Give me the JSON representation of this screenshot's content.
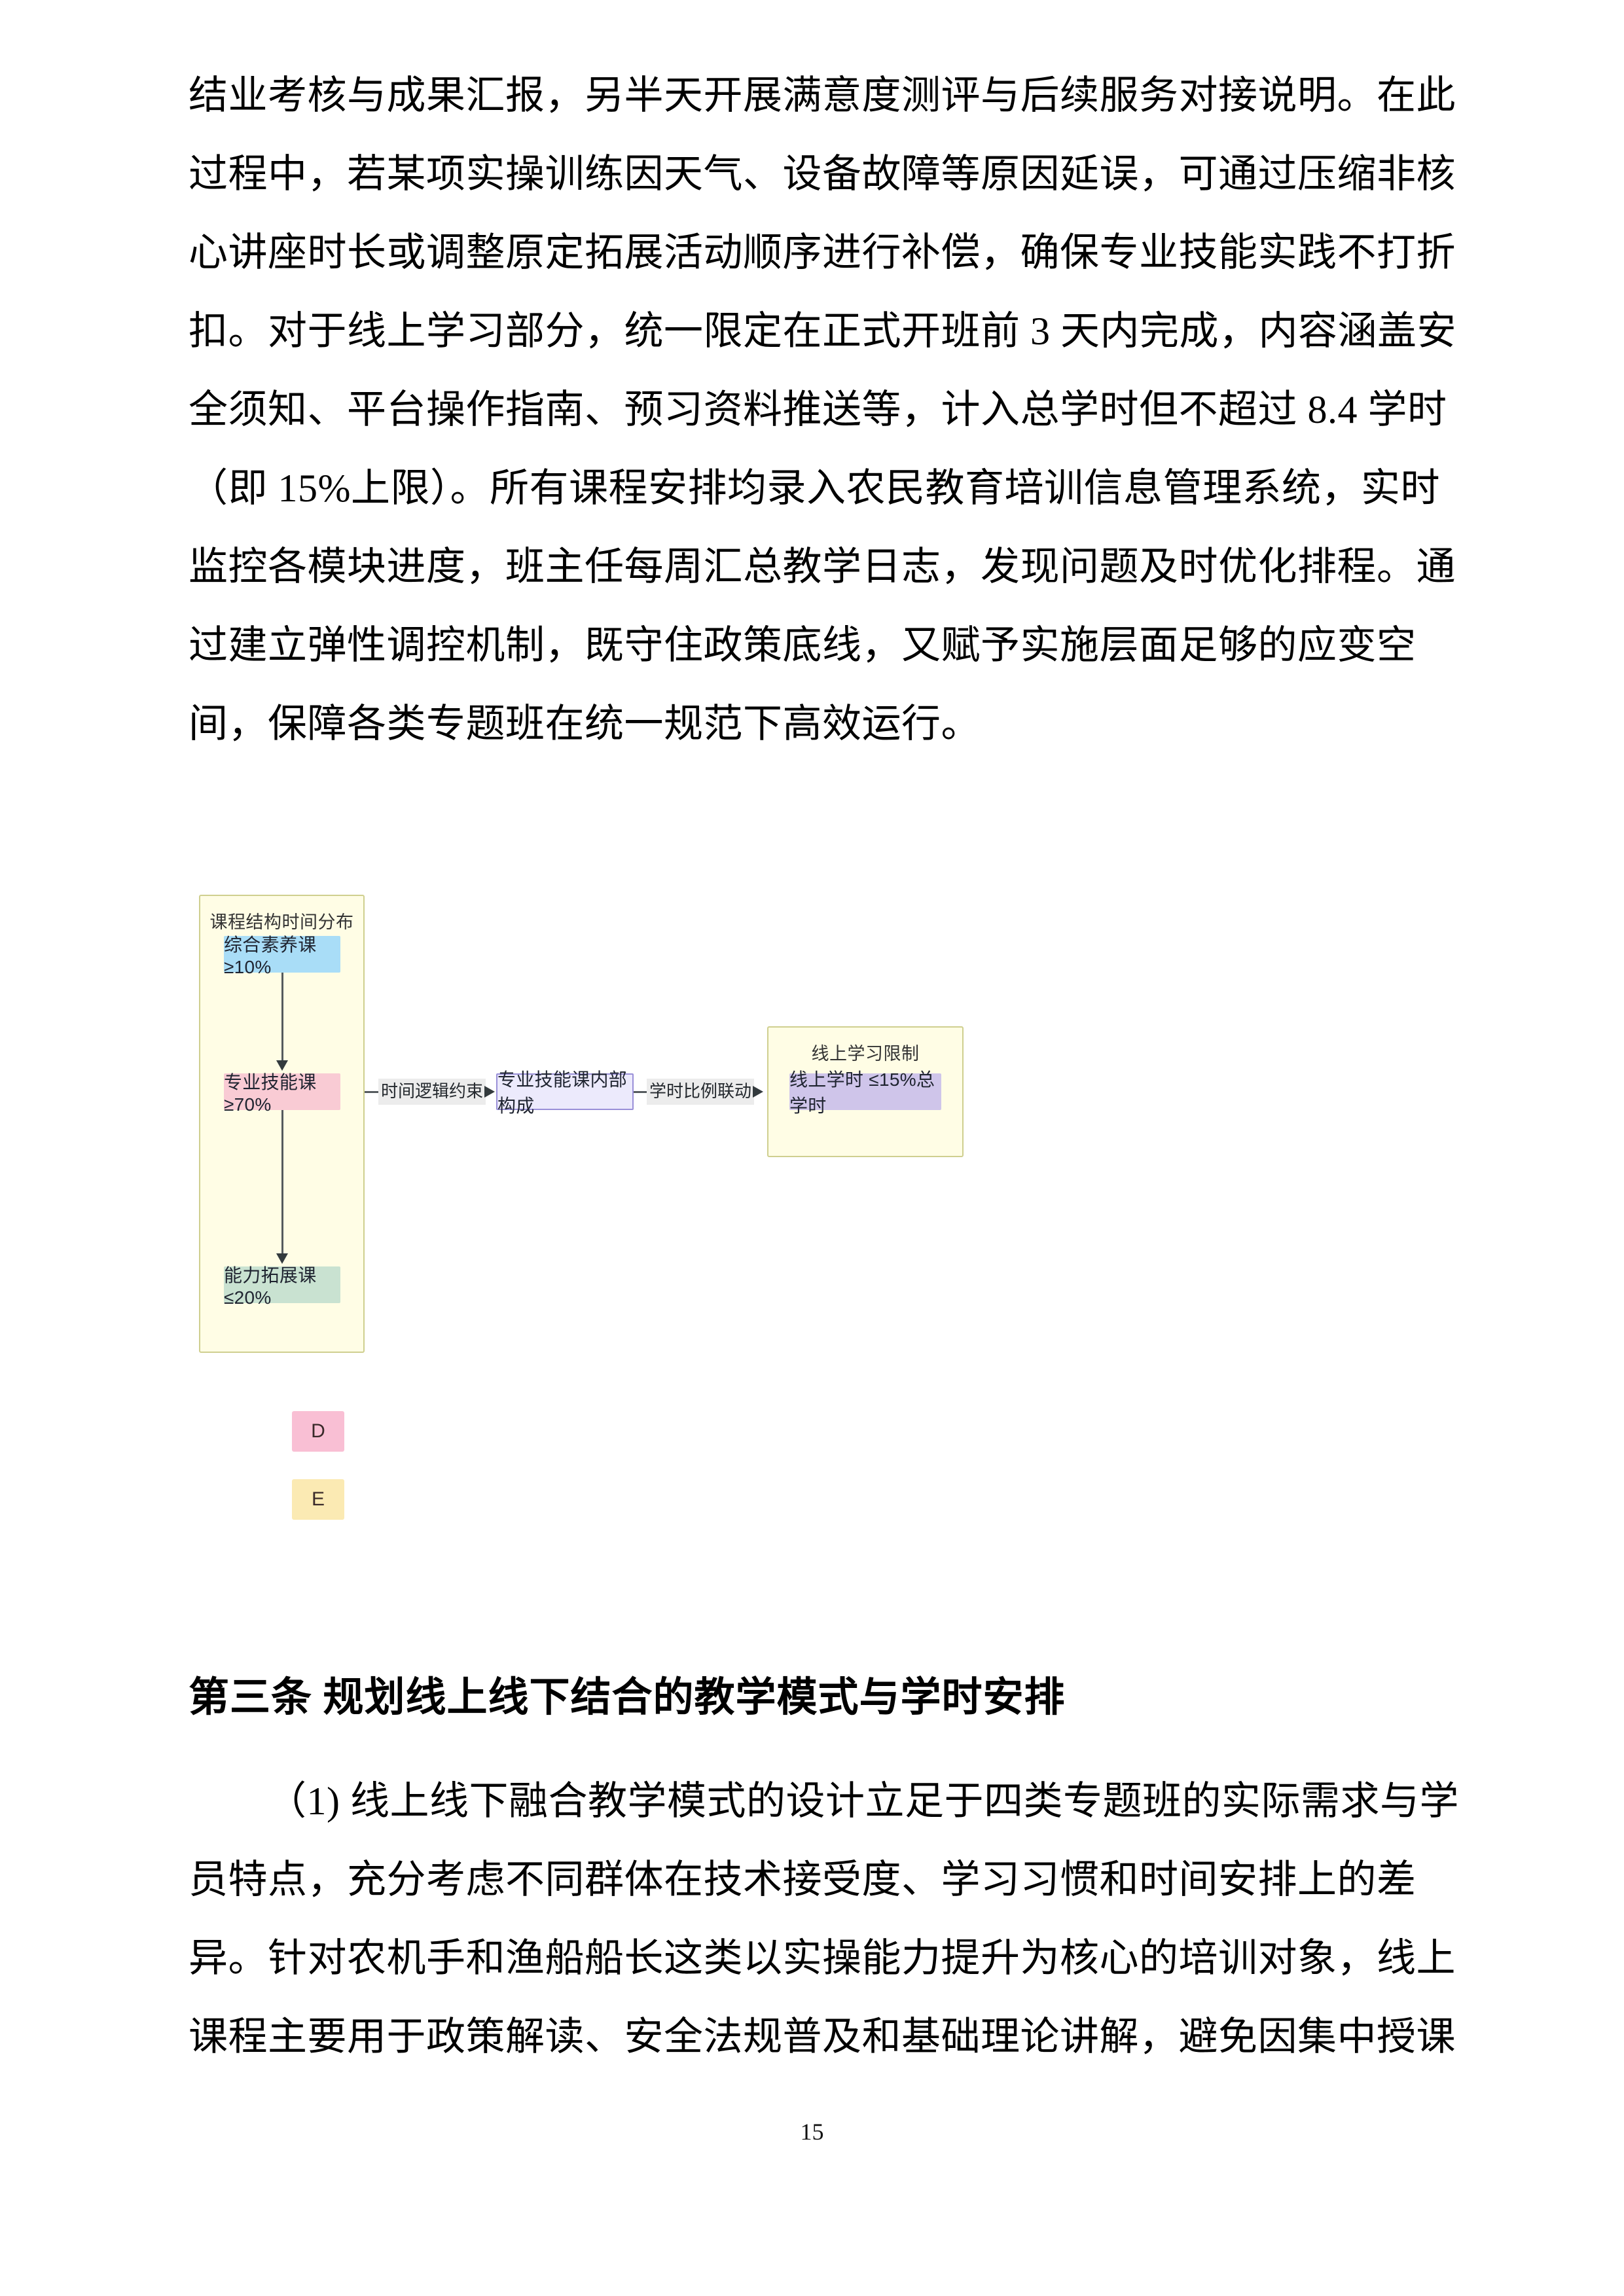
{
  "document": {
    "page_number": "15"
  },
  "paragraph_top": {
    "lines": [
      "结业考核与成果汇报，另半天开展满意度测评与后续服务对接说明。在此",
      "过程中，若某项实操训练因天气、设备故障等原因延误，可通过压缩非核",
      "心讲座时长或调整原定拓展活动顺序进行补偿，确保专业技能实践不打折",
      "扣。对于线上学习部分，统一限定在正式开班前 3 天内完成，内容涵盖安",
      "全须知、平台操作指南、预习资料推送等，计入总学时但不超过 8.4 学时",
      "（即 15%上限）。所有课程安排均录入农民教育培训信息管理系统，实时",
      "监控各模块进度，班主任每周汇总教学日志，发现问题及时优化排程。通",
      "过建立弹性调控机制，既守住政策底线，又赋予实施层面足够的应变空",
      "间，保障各类专题班在统一规范下高效运行。"
    ]
  },
  "figure": {
    "clusters": [
      {
        "id": "course-structure",
        "title": "课程结构时间分布",
        "fill": "#fffde5",
        "stroke": "#cfcf8f"
      },
      {
        "id": "online-limit",
        "title": "线上学习限制",
        "fill": "#fffde5",
        "stroke": "#cfcf8f"
      }
    ],
    "nodes": [
      {
        "id": "A",
        "label": "综合素养课 ≥10%",
        "fill": "#a9ddf7",
        "stroke": "#a9ddf7"
      },
      {
        "id": "B",
        "label": "专业技能课 ≥70%",
        "fill": "#f9cbd4",
        "stroke": "#f9cbd4"
      },
      {
        "id": "C",
        "label": "能力拓展课 ≤20%",
        "fill": "#c9e2d1",
        "stroke": "#c9e2d1"
      },
      {
        "id": "F",
        "label": "专业技能课内部构成",
        "fill": "#eceafc",
        "stroke": "#9a90d8"
      },
      {
        "id": "G",
        "label": "线上学时 ≤15%总学时",
        "fill": "#cfc5ea",
        "stroke": "#cfc5ea"
      }
    ],
    "edge_labels": [
      {
        "id": "e1",
        "label": "时间逻辑约束"
      },
      {
        "id": "e2",
        "label": "学时比例联动"
      }
    ],
    "loose_nodes": [
      {
        "id": "D",
        "label": "D",
        "fill": "#f9bfd4"
      },
      {
        "id": "E",
        "label": "E",
        "fill": "#fbeab3"
      }
    ]
  },
  "section": {
    "heading": "第三条  规划线上线下结合的教学模式与学时安排"
  },
  "paragraph_bottom": {
    "lines": [
      "（1) 线上线下融合教学模式的设计立足于四类专题班的实际需求与学",
      "员特点，充分考虑不同群体在技术接受度、学习习惯和时间安排上的差",
      "异。针对农机手和渔船船长这类以实操能力提升为核心的培训对象，线上",
      "课程主要用于政策解读、安全法规普及和基础理论讲解，避免因集中授课"
    ]
  }
}
